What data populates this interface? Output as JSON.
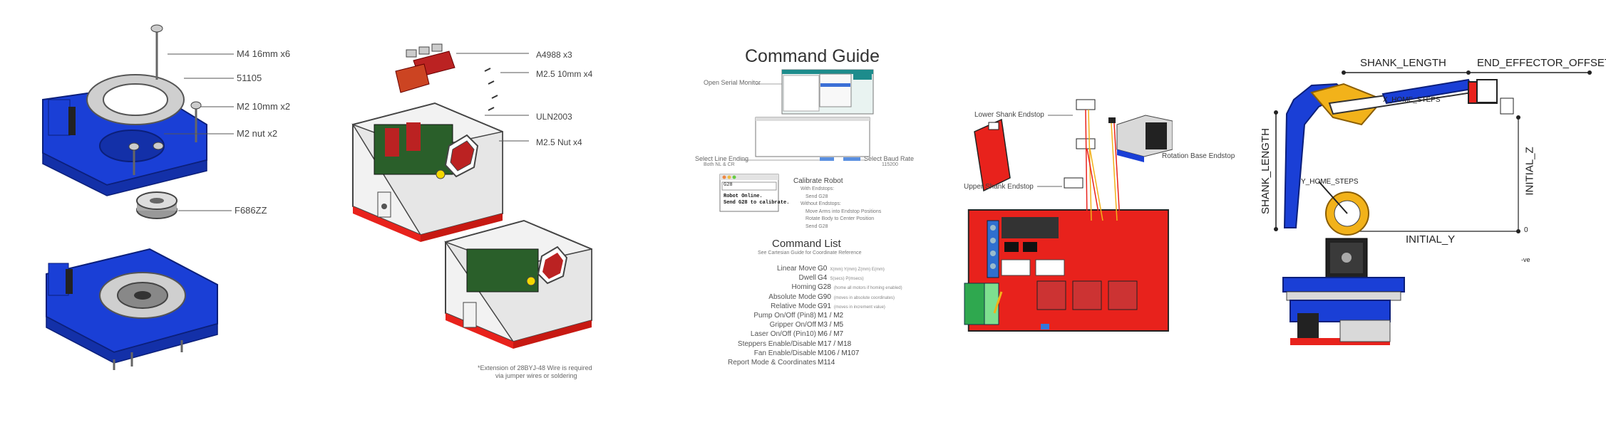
{
  "panel1": {
    "labels": [
      "M4 16mm x6",
      "51105",
      "M2 10mm x2",
      "M2 nut x2",
      "F686ZZ"
    ]
  },
  "panel2": {
    "labels": [
      "A4988 x3",
      "M2.5 10mm x4",
      "ULN2003",
      "M2.5 Nut x4"
    ],
    "footnote_1": "*Extension of 28BYJ-48 Wire is required",
    "footnote_2": "via jumper wires or soldering"
  },
  "panel3": {
    "title": "Command Guide",
    "open_serial": "Open Serial Monitor",
    "select_line_ending": "Select Line Ending",
    "line_ending_value": "Both NL & CR",
    "select_baud": "Select Baud Rate",
    "baud_value": "115200",
    "terminal_input": "G28",
    "terminal_line1": "Robot Online.",
    "terminal_line2": "Send G28 to calibrate.",
    "calibrate_title": "Calibrate Robot",
    "calibrate_lines": [
      "With Endstops:",
      "Send G28",
      "Without Endstops:",
      "Move Arms into Endstop Positions",
      "Rotate Body to Center Position",
      "Send G28"
    ],
    "list_title": "Command List",
    "list_subtitle": "See Cartesian Guide for Coordinate Reference",
    "commands": [
      {
        "name": "Linear Move",
        "code": "G0",
        "note": "X(mm) Y(mm) Z(mm) E(mm)"
      },
      {
        "name": "Dwell",
        "code": "G4",
        "note": "S(secs) P(msecs)"
      },
      {
        "name": "Homing",
        "code": "G28",
        "note": "(home all motors if homing enabled)"
      },
      {
        "name": "Absolute Mode",
        "code": "G90",
        "note": "(moves in absolute coordinates)"
      },
      {
        "name": "Relative Mode",
        "code": "G91",
        "note": "(moves in increment value)"
      },
      {
        "name": "Pump On/Off (Pin8)",
        "code": "M1 / M2",
        "note": ""
      },
      {
        "name": "Gripper On/Off",
        "code": "M3 / M5",
        "note": ""
      },
      {
        "name": "Laser On/Off (Pin10)",
        "code": "M6 / M7",
        "note": ""
      },
      {
        "name": "Steppers Enable/Disable",
        "code": "M17 / M18",
        "note": ""
      },
      {
        "name": "Fan Enable/Disable",
        "code": "M106 / M107",
        "note": ""
      },
      {
        "name": "Report Mode & Coordinates",
        "code": "M114",
        "note": ""
      }
    ]
  },
  "panel4": {
    "lower_shank": "Lower Shank Endstop",
    "rotation_base": "Rotation Base Endstop",
    "upper_shank": "Upper Shank Endstop"
  },
  "panel5": {
    "shank_length_top": "SHANK_LENGTH",
    "end_effector_offset": "END_EFFECTOR_OFFSET",
    "x_home_steps": "X_HOME_STEPS",
    "shank_length_side": "SHANK_LENGTH",
    "initial_z": "INITIAL_Z",
    "y_home_steps": "Y_HOME_STEPS",
    "initial_y": "INITIAL_Y",
    "zero": "0",
    "neg": "-ve"
  },
  "colors": {
    "blue": "#1a3fd6",
    "red": "#e8221c",
    "gold": "#f2b21a",
    "grey": "#d9d9d9"
  }
}
